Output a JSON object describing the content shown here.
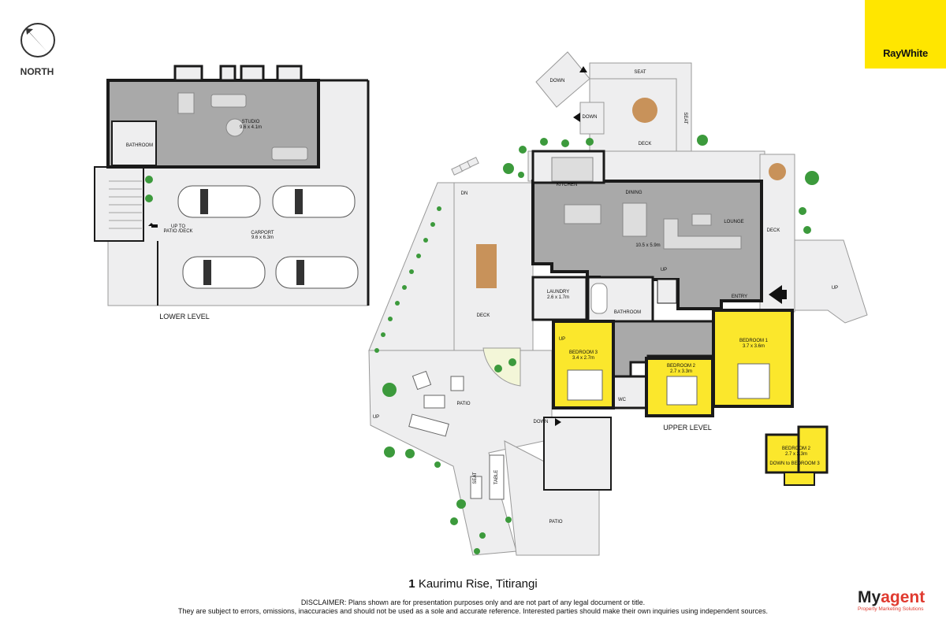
{
  "compass": {
    "label": "NORTH"
  },
  "brand": {
    "logo_text": "RayWhite",
    "logo_color": "#ffe600"
  },
  "address": {
    "number": "1",
    "street": "Kaurimu Rise, Titirangi"
  },
  "disclaimer": {
    "line1": "DISCLAIMER: Plans shown are for presentation purposes only and are not part of any legal document or title.",
    "line2": "They are subject to errors, omissions, inaccuracies and should not be used as a sole and accurate reference. Interested parties should make their own inquiries using independent sources."
  },
  "agency": {
    "name_main": "My",
    "name_accent": "agent",
    "tagline": "Property Marketing Solutions"
  },
  "colors": {
    "floor_grey": "#a9a9a9",
    "outdoor_grey": "#eeeeef",
    "bedroom_yellow": "#fbe72c",
    "wall": "#1a1a1a",
    "plant_green": "#3c9a3c"
  },
  "levels": {
    "lower": "LOWER LEVEL",
    "upper": "UPPER LEVEL"
  },
  "lower_rooms": {
    "studio": "STUDIO",
    "studio_size": "9.6 x 4.1m",
    "bathroom": "BATHROOM",
    "up_to": "UP TO",
    "patio_deck": "PATIO /DECK",
    "carport": "CARPORT",
    "carport_size": "9.6 x 6.3m"
  },
  "upper_rooms": {
    "kitchen": "KITCHEN",
    "dining": "DINING",
    "lounge": "LOUNGE",
    "living_size": "10.5 x 5.9m",
    "laundry": "LAUNDRY",
    "laundry_size": "2.6 x 1.7m",
    "bathroom": "BATHROOM",
    "entry": "ENTRY",
    "bedroom1": "BEDROOM 1",
    "bedroom1_size": "3.7 x 3.6m",
    "bedroom2": "BEDROOM 2",
    "bedroom2_size": "2.7 x 3.3m",
    "bedroom3": "BEDROOM 3",
    "bedroom3_size": "3.4 x 2.7m",
    "wc": "WC",
    "up": "UP",
    "dn": "DN"
  },
  "loft": {
    "name": "BEDROOM 2",
    "size": "2.7 x 2.3m",
    "note": "DOWN to BEDROOM 3"
  },
  "outdoor": {
    "seat": "SEAT",
    "deck": "DECK",
    "down": "DOWN",
    "patio": "PATIO",
    "table": "TABLE",
    "up": "UP"
  }
}
